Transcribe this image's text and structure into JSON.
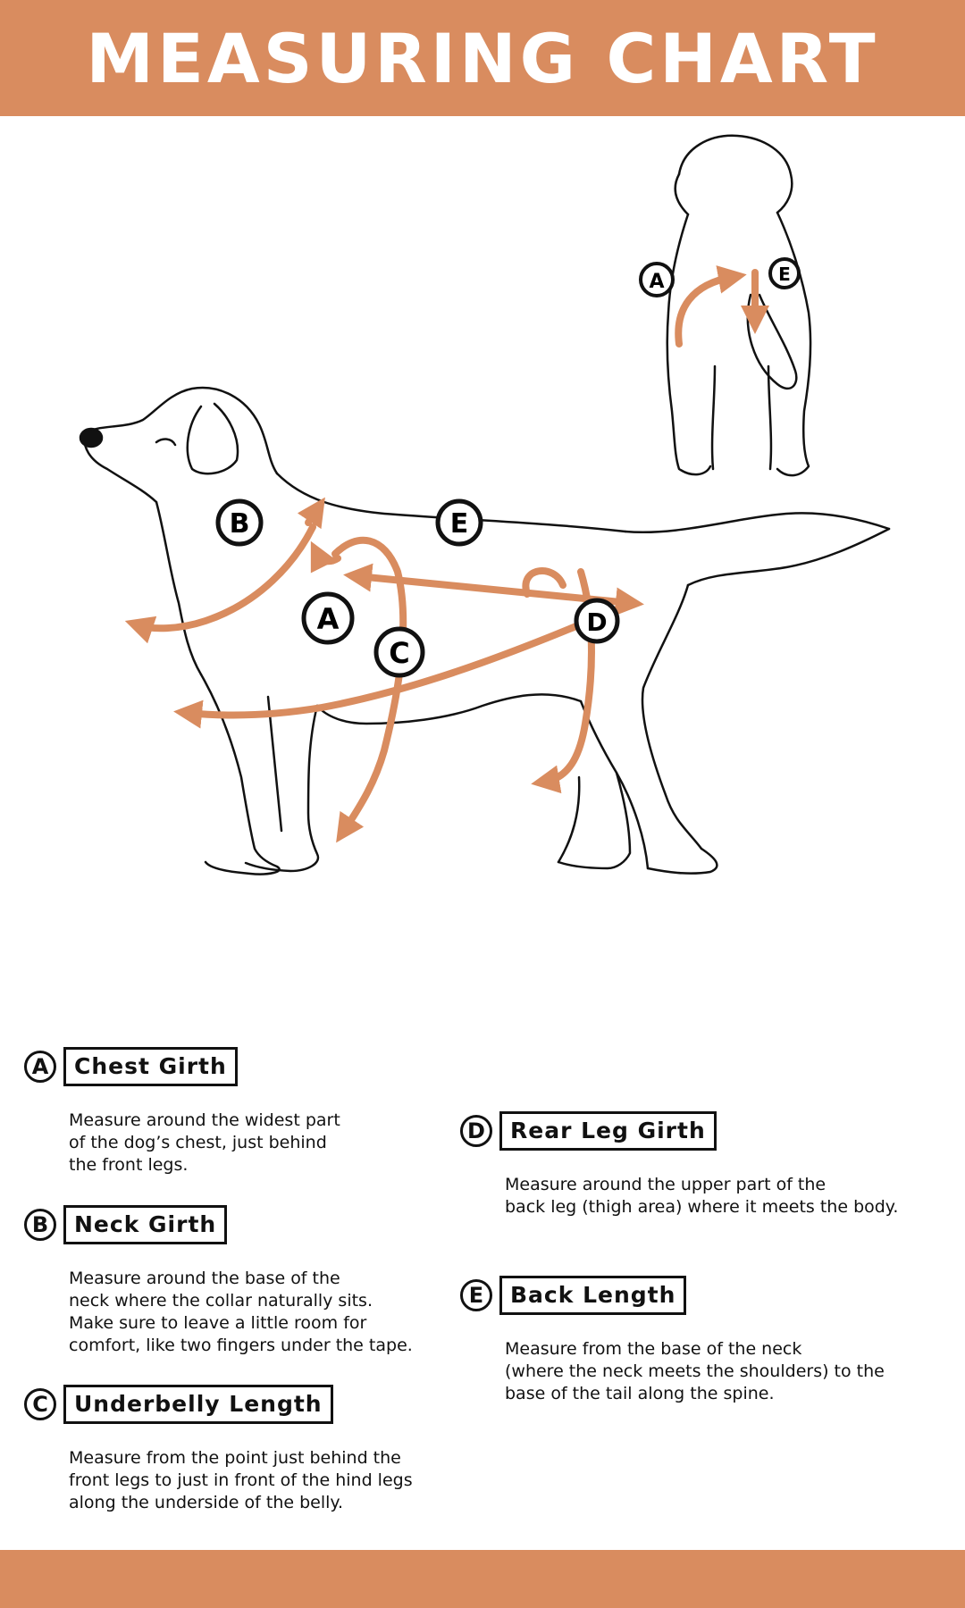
{
  "header": {
    "title": "MEASURING CHART"
  },
  "colors": {
    "accent": "#D98C5F",
    "line": "#111111"
  },
  "diagram": {
    "side_markers": [
      "A",
      "B",
      "C",
      "D",
      "E"
    ],
    "rear_markers": [
      "A",
      "E"
    ]
  },
  "measurements": [
    {
      "letter": "A",
      "title": "Chest Girth",
      "description": "Measure around the widest part\nof the dog’s chest, just behind\nthe front legs."
    },
    {
      "letter": "B",
      "title": "Neck Girth",
      "description": "Measure around the base of the\nneck where the collar naturally sits.\nMake sure to leave a little room for\ncomfort, like two fingers under the tape."
    },
    {
      "letter": "C",
      "title": "Underbelly Length",
      "description": "Measure from the point just behind the\nfront legs to just in front of the hind legs\nalong the underside of the belly."
    },
    {
      "letter": "D",
      "title": "Rear Leg Girth",
      "description": "Measure around the upper part of the\nback leg (thigh area) where it meets the body."
    },
    {
      "letter": "E",
      "title": "Back Length",
      "description": "Measure from the base of the neck\n(where the neck meets the shoulders) to the\nbase of the tail along the spine."
    }
  ]
}
